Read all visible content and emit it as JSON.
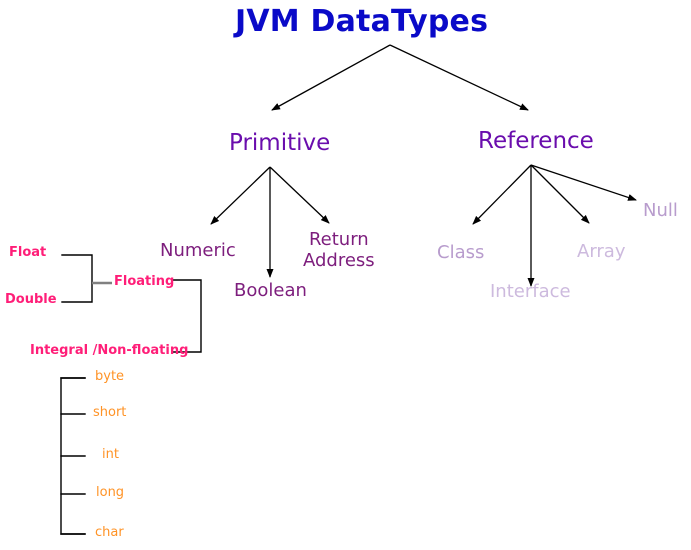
{
  "diagram": {
    "title": "JVM DataTypes",
    "background_color": "#ffffff",
    "colors": {
      "title": "#0a0ac8",
      "level1": "#6a0dad",
      "primitive_children": "#7d1e7d",
      "reference_children": "#b89ccd",
      "reference_children_pale": "#cdbade",
      "numeric_subtree": "#ff1e78",
      "integral_leaves": "#ff9326",
      "connector": "#000000",
      "connector_stub": "#808080"
    },
    "root": {
      "label": "JVM DataTypes"
    },
    "level1": [
      {
        "label": "Primitive"
      },
      {
        "label": "Reference"
      }
    ],
    "primitive_children": [
      {
        "label": "Numeric"
      },
      {
        "label": "Boolean"
      },
      {
        "label_line1": "Return",
        "label_line2": "Address"
      }
    ],
    "reference_children": [
      {
        "label": "Class"
      },
      {
        "label": "Interface"
      },
      {
        "label": "Array"
      },
      {
        "label": "Null"
      }
    ],
    "numeric_children": [
      {
        "label": "Floating"
      },
      {
        "label": "Integral /Non-floating"
      }
    ],
    "floating_types": [
      {
        "label": "Float"
      },
      {
        "label": "Double"
      }
    ],
    "integral_types": [
      {
        "label": "byte"
      },
      {
        "label": "short"
      },
      {
        "label": "int"
      },
      {
        "label": "long"
      },
      {
        "label": "char"
      }
    ]
  }
}
